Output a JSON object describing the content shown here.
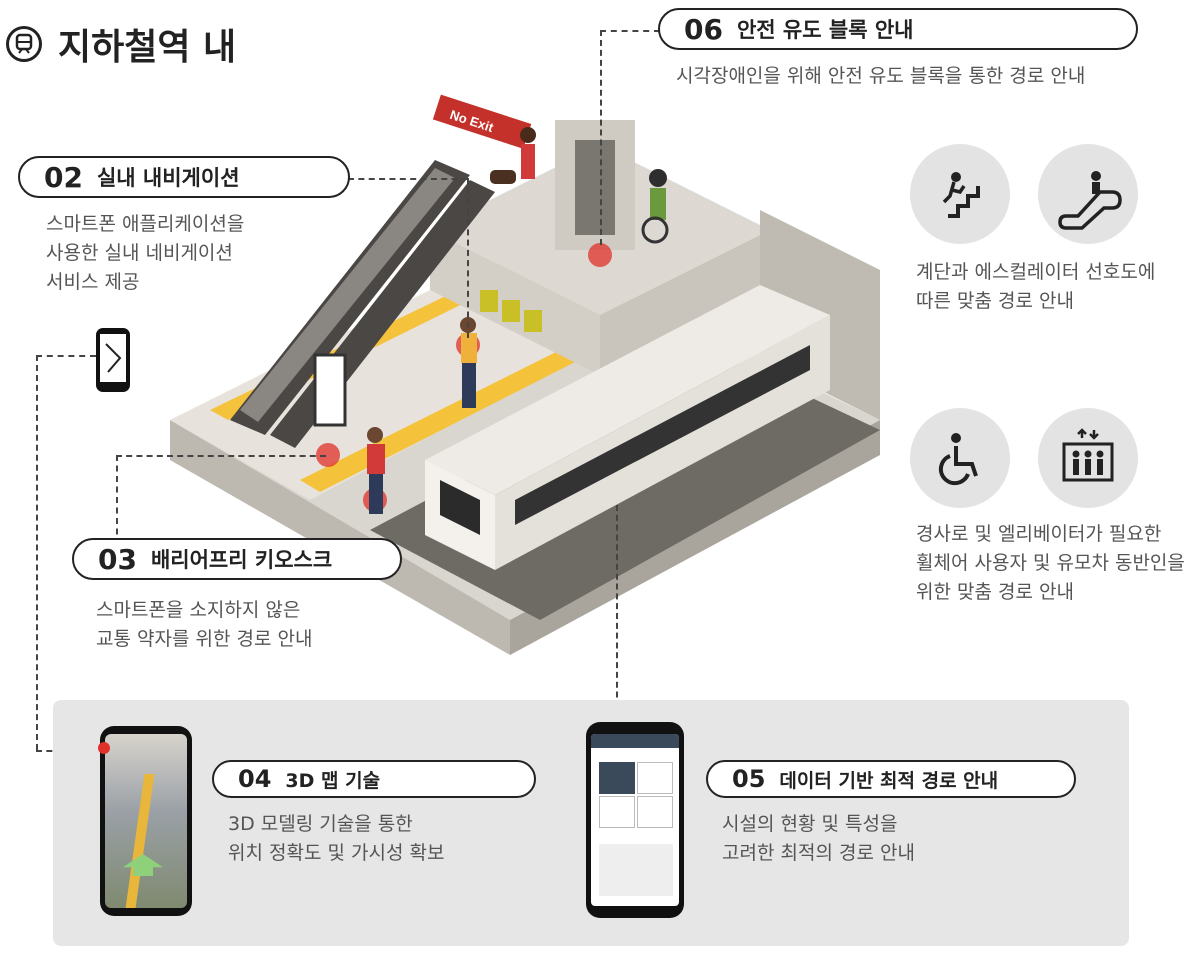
{
  "header": {
    "title": "지하철역 내",
    "icon": "subway-icon"
  },
  "callouts": {
    "c06": {
      "num": "06",
      "label": "안전 유도 블록 안내",
      "desc": "시각장애인을 위해 안전 유도 블록을 통한 경로 안내"
    },
    "c02": {
      "num": "02",
      "label": "실내 내비게이션",
      "desc": "스마트폰 애플리케이션을\n사용한 실내 네비게이션\n서비스 제공"
    },
    "c03": {
      "num": "03",
      "label": "배리어프리 키오스크",
      "desc": "스마트폰을 소지하지 않은\n교통 약자를 위한 경로 안내"
    },
    "c04": {
      "num": "04",
      "label": "3D 맵 기술",
      "desc": "3D 모델링 기술을 통한\n위치 정확도 및 가시성 확보"
    },
    "c05": {
      "num": "05",
      "label": "데이터 기반 최적 경로 안내",
      "desc": "시설의 현황 및 특성을\n고려한 최적의 경로 안내"
    }
  },
  "preferences": {
    "stairs_desc": "계단과 에스컬레이터 선호도에\n따른 맞춤 경로 안내",
    "access_desc": "경사로 및 엘리베이터가 필요한\n휠체어 사용자 및 유모차 동반인을\n위한 맞춤 경로 안내"
  },
  "scene": {
    "sign_text": "No Exit"
  },
  "colors": {
    "tactile": "#f5c23c",
    "alert": "#e0302a",
    "panel": "#e6e6e6",
    "circle": "#e3e3e3"
  }
}
